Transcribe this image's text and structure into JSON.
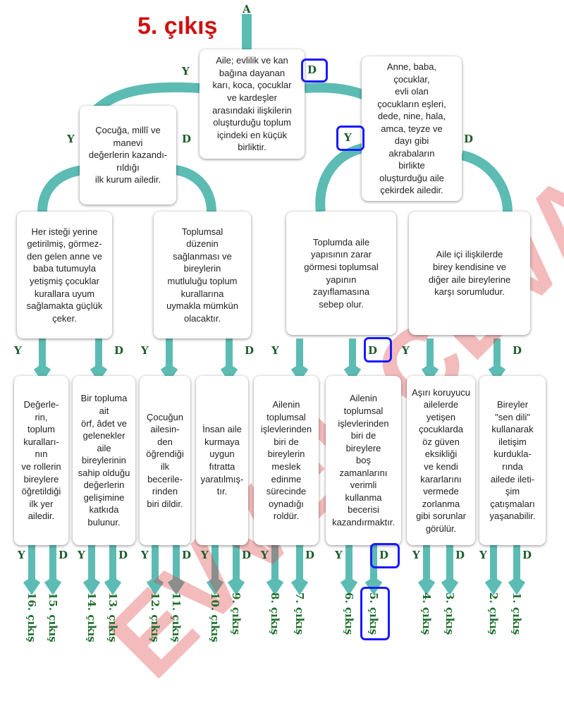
{
  "title": "5. çıkış",
  "start": "A",
  "root": "Aile; evlilik ve kan\nbağına dayanan\nkarı, koca, çocuklar\nve kardeşler\narasındaki ilişkilerin\noluşturduğu toplum\niçindeki en küçük\nbirliktir.",
  "level1": [
    "Çocuğa, millî ve\nmanevi\ndeğerlerin kazandı-\nrıldığı\nilk kurum ailedir.",
    "Anne, baba,\nçocuklar,\nevli olan\nçocukların eşleri,\ndede, nine, hala,\namca, teyze ve\ndayı gibi\nakrabaların\nbirlikte\noluşturduğu aile\nçekirdek ailedir."
  ],
  "level2": [
    "Her isteği yerine\ngetirilmiş, görmez-\nden gelen anne ve\nbaba tutumuyla\nyetişmiş çocuklar\nkurallara uyum\nsağlamakta güçlük\nçeker.",
    "Toplumsal\ndüzenin\nsağlanması ve\nbireylerin\nmutluluğu toplum\nkurallarına\nuymakla mümkün\nolacaktır.",
    "Toplumda aile\nyapısının zarar\ngörmesi toplumsal\nyapının\nzayıflamasına\nsebep olur.",
    "Aile içi ilişkilerde\nbirey kendisine ve\ndiğer aile bireylerine\nkarşı sorumludur."
  ],
  "leaves": [
    "Değerle-\nrin,\ntoplum\nkuralları-\nnın\nve rollerin\nbireylere\nöğretildiği\nilk yer\nailedir.",
    "Bir topluma\nait\nörf, âdet ve\ngelenekler\naile\nbireylerinin\nsahip olduğu\ndeğerlerin\ngelişimine\nkatkıda\nbulunur.",
    "Çocuğun\nailesin-\nden\nöğrendiği\nilk\nbecerile-\nrinden\nbiri dildir.",
    "İnsan aile\nkurmaya\nuygun\nfıtratta\nyaratılmış-\ntır.",
    "Ailenin\ntoplumsal\nişlevlerinden\nbiri de\nbireylerin\nmeslek\nedinme\nsürecinde\noynadığı\nroldür.",
    "Ailenin\ntoplumsal\nişlevlerinden\nbiri de\nbireylere\nboş\nzamanlarını\nverimli\nkullanma\nbecerisi\nkazandırmaktır.",
    "Aşırı koruyucu\nailelerde\nyetişen\nçocuklarda\nöz güven\neksikliği\nve kendi\nkararlarını\nvermede\nzorlanma\ngibi sorunlar\ngörülür.",
    "Bireyler\n\"sen dili\"\nkullanarak\niletişim\nkurdukla-\nrında\nailede ileti-\nşim\nçatışmaları\nyaşanabilir."
  ],
  "yes": "Y",
  "no": "D",
  "outputs": [
    "16. çıkış",
    "15. çıkış",
    "14. çıkış",
    "13. çıkış",
    "12. çıkış",
    "11. çıkış",
    "10. çıkış",
    "9. çıkış",
    "8. çıkış",
    "7. çıkış",
    "6. çıkış",
    "5. çıkış",
    "4. çıkış",
    "3. çıkış",
    "2. çıkış",
    "1. çıkış"
  ],
  "watermark": "EVVEL CEVAP",
  "colors": {
    "teal": "#5cbcb4",
    "highlight": "#1a1aff",
    "title": "#d01010"
  }
}
